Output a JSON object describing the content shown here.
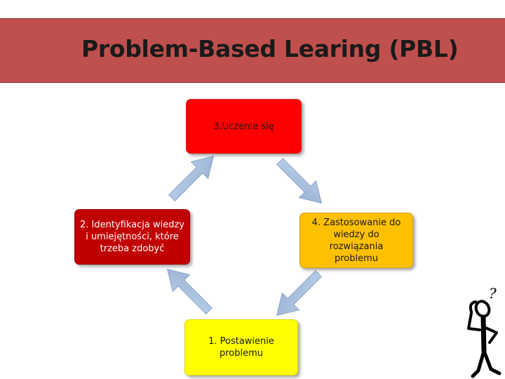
{
  "title": "Problem-Based Learing (PBL)",
  "steps": {
    "step1": "1. Postawienie problemu",
    "step2": "2. Identyfikacja wiedzy i umiejętności, które trzeba zdobyć",
    "step3": "3.Uczenie się",
    "step4": "4. Zastosowanie do wiedzy do rozwiązania problemu"
  },
  "colors": {
    "title_bar": "#c0504d",
    "step1": "#ffff00",
    "step2": "#c00000",
    "step3": "#ff0000",
    "step4": "#ffc000",
    "arrow": "#a9bfdd"
  },
  "icons": [
    "thinking-stick-figure-icon",
    "question-mark-icon"
  ]
}
